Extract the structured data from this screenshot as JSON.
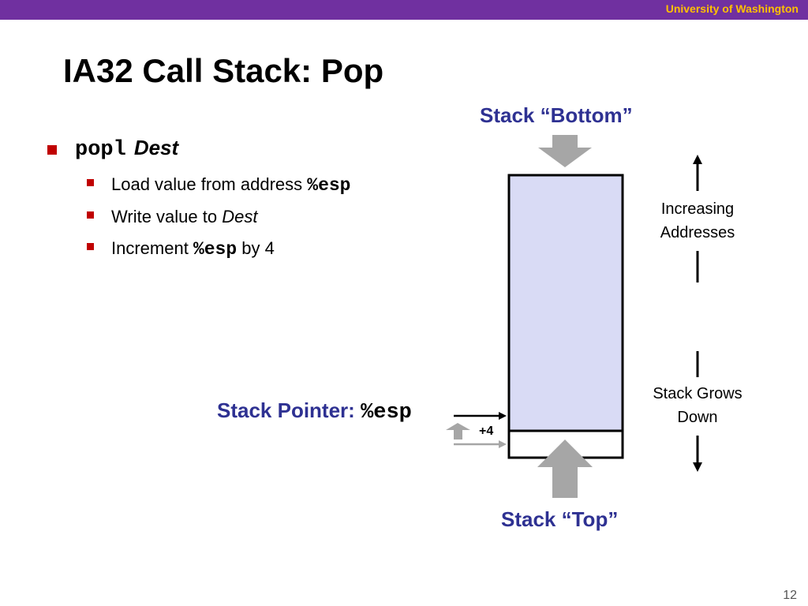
{
  "header": {
    "institution": "University of Washington"
  },
  "slide": {
    "title": "IA32 Call Stack: Pop",
    "page_number": "12"
  },
  "bullets": {
    "main_code": "popl",
    "main_arg": "Dest",
    "sub1_text": "Load value from address ",
    "sub1_code": "%esp",
    "sub2_text": "Write value to ",
    "sub2_arg": "Dest",
    "sub3_text": "Increment ",
    "sub3_code": "%esp",
    "sub3_tail": " by 4"
  },
  "diagram": {
    "stack_bottom_label": "Stack “Bottom”",
    "stack_top_label": "Stack “Top”",
    "stack_pointer_label": "Stack Pointer: ",
    "stack_pointer_register": "%esp",
    "increment_label": "+4",
    "increasing_addresses_line1": "Increasing",
    "increasing_addresses_line2": "Addresses",
    "grows_down_line1": "Stack Grows",
    "grows_down_line2": "Down"
  },
  "colors": {
    "header_bar": "#7030a0",
    "institution_text": "#ffc000",
    "bullet_marker": "#c00000",
    "label_blue": "#2e3192",
    "stack_fill": "#d9dbf5",
    "arrow_gray": "#a6a6a6"
  }
}
